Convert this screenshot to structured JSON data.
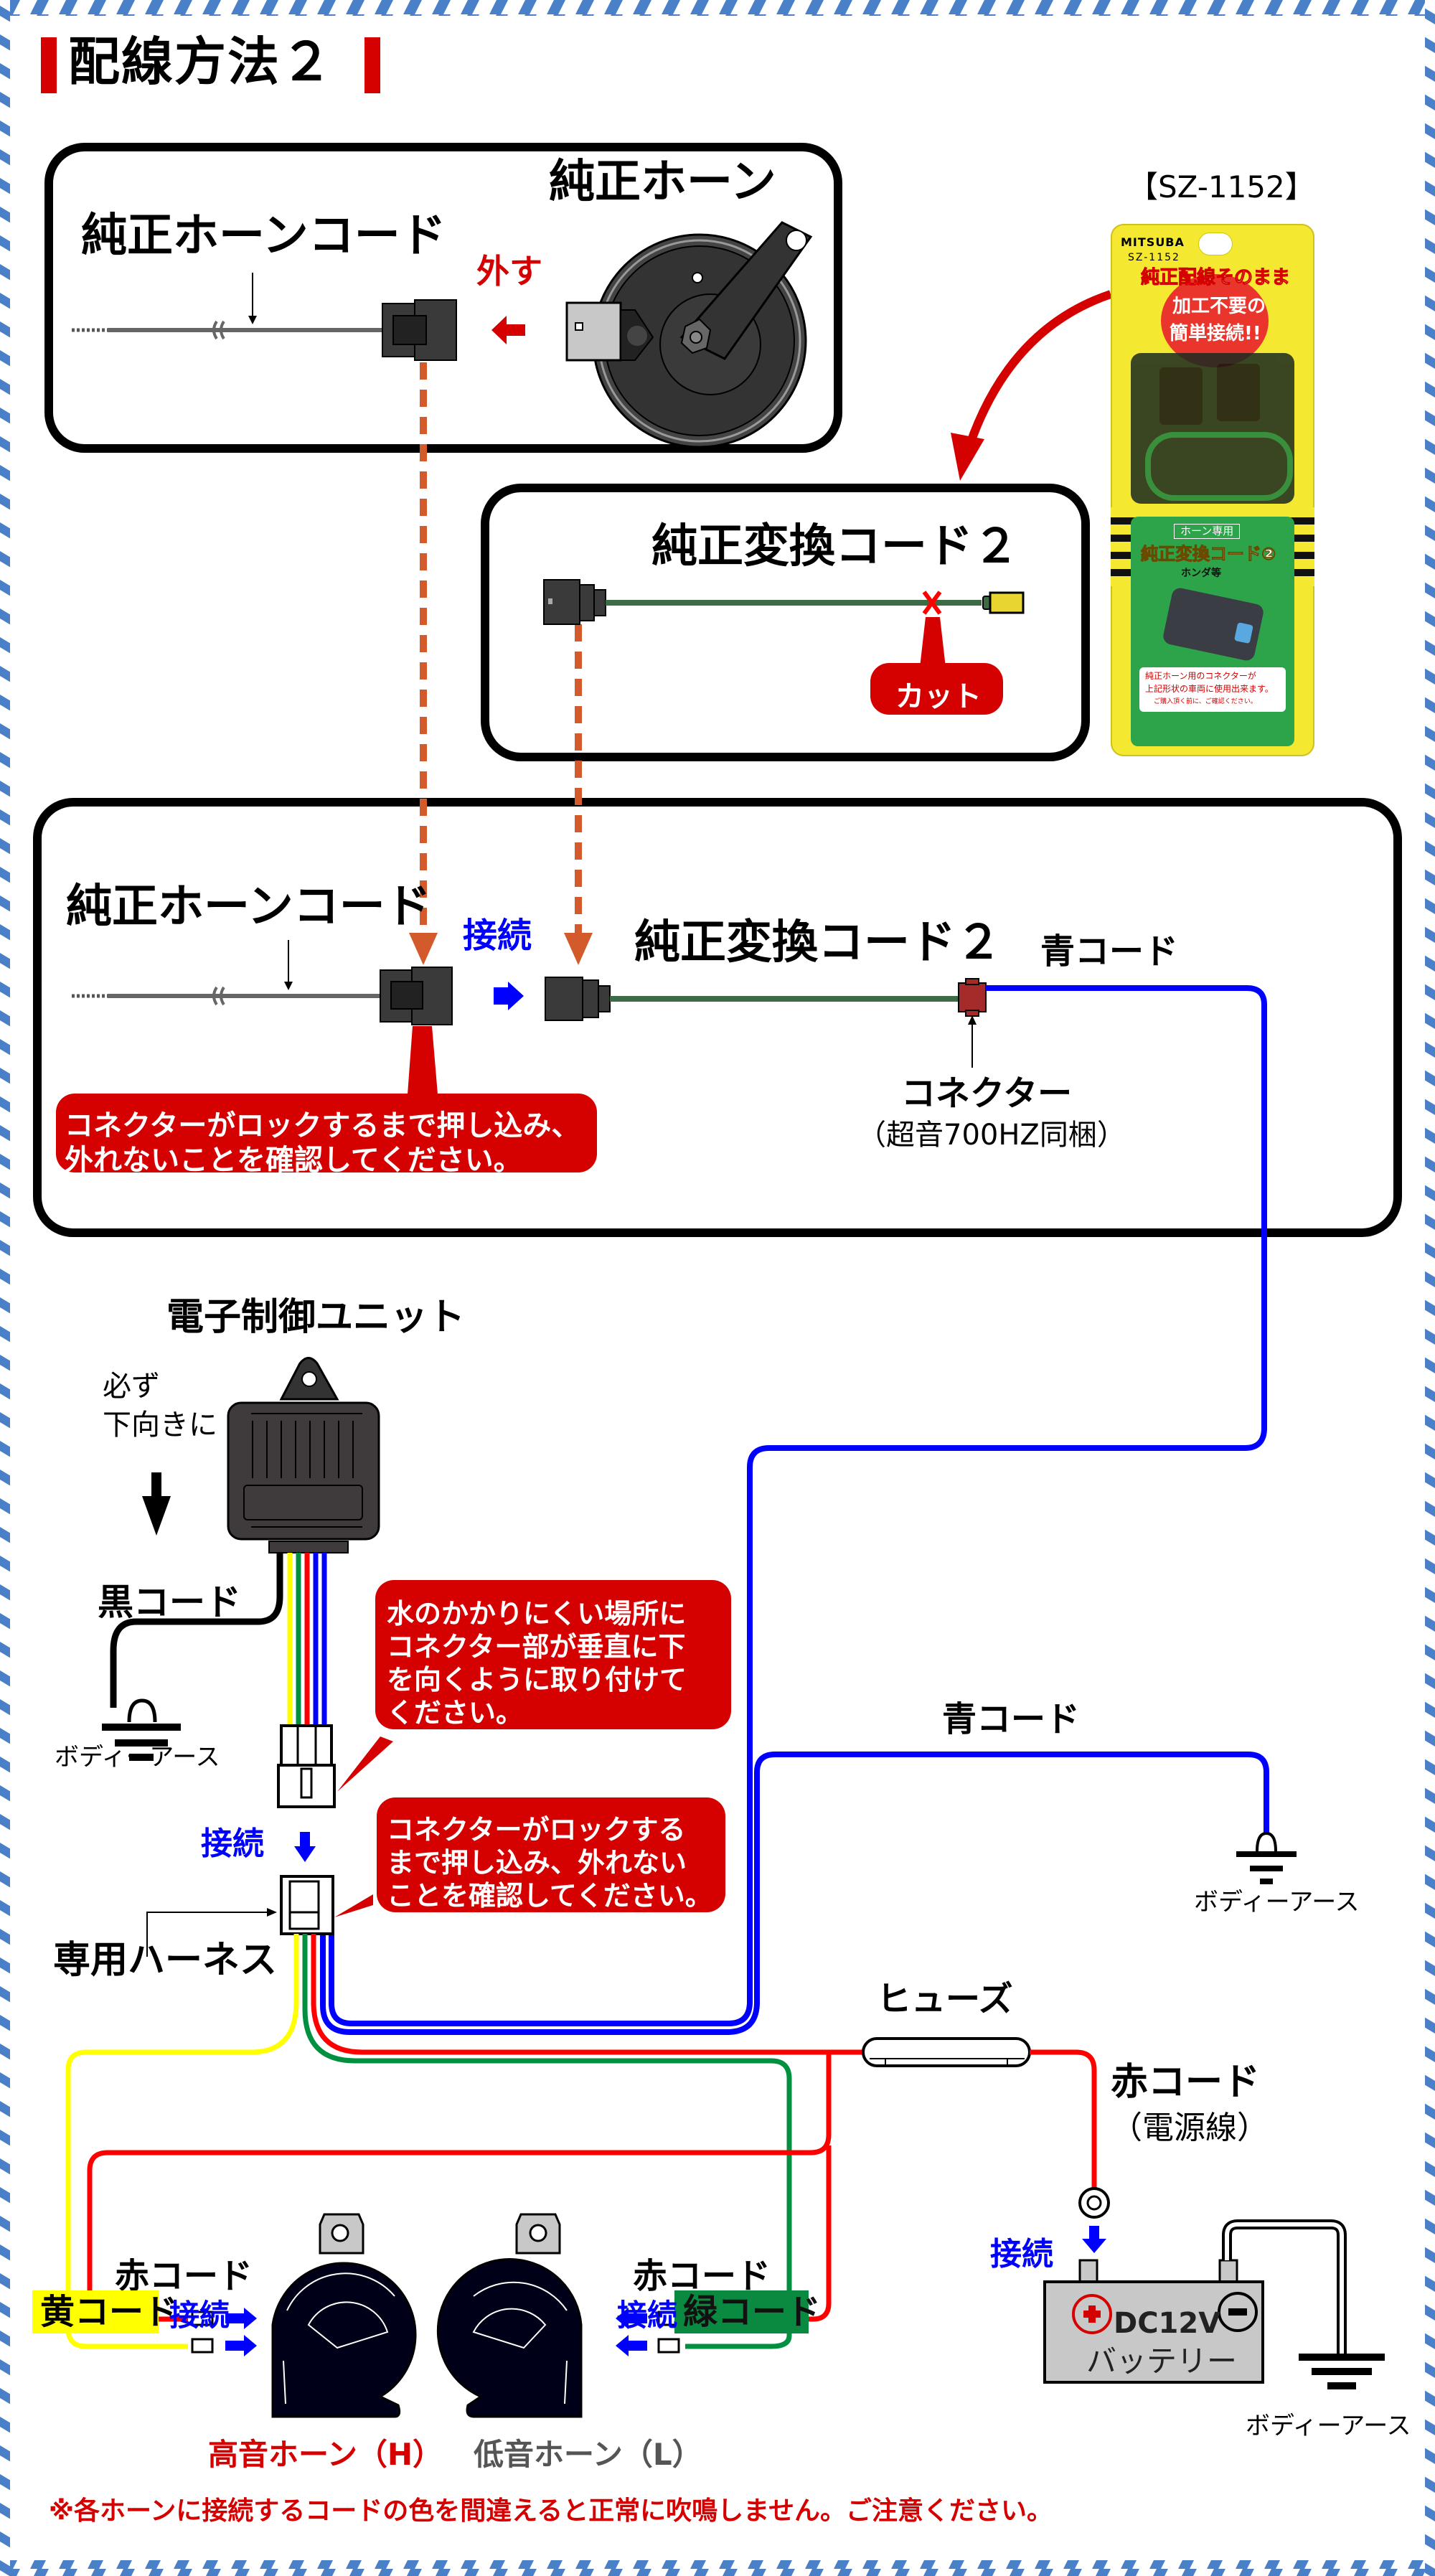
{
  "page": {
    "title": "配線方法２",
    "accent_red": "#d50000",
    "border_blue": "#4a80c8",
    "footer_note": "※各ホーンに接続するコードの色を間違えると正常に吹鳴しません。ご注意ください。"
  },
  "section1": {
    "horn_label": "純正ホーン",
    "cord_label": "純正ホーンコード",
    "action_label": "外す"
  },
  "product": {
    "model_label": "【SZ-1152】",
    "brand": "MITSUBA",
    "model": "SZ-1152",
    "headline1": "純正配線そのまま",
    "headline2": "加工不要の",
    "headline3": "簡単接続!!",
    "category": "ホーン専用",
    "name": "純正変換コード②",
    "maker": "ホンダ等",
    "note1": "純正ホーン用のコネクターが",
    "note2": "上記形状の車両に使用出来ます。",
    "note3": "ご購入頂く前に、ご確認ください。"
  },
  "section2": {
    "title": "純正変換コード２",
    "cut_label": "カット"
  },
  "section3": {
    "cord_label": "純正ホーンコード",
    "connect_label": "接続",
    "adapter_label": "純正変換コード２",
    "blue_cord_label": "青コード",
    "connector_label": "コネクター",
    "connector_sub": "（超音700HZ同梱）",
    "warning_line1": "コネクターがロックするまで押し込み、",
    "warning_line2": "外れないことを確認してください。"
  },
  "section4": {
    "unit_label": "電子制御ユニット",
    "orientation_line1": "必ず",
    "orientation_line2": "下向きに",
    "black_cord_label": "黒コード",
    "ground_label_1": "ボディーアース",
    "water_note": [
      "水のかかりにくい場所に",
      "コネクター部が垂直に下",
      "を向くように取り付けて",
      "ください。"
    ],
    "connect_label": "接続",
    "lock_note": [
      "コネクターがロックする",
      "まで押し込み、外れない",
      "ことを確認してください。"
    ],
    "harness_label": "専用ハーネス",
    "blue_cord_label": "青コード",
    "ground_label_2": "ボディーアース",
    "fuse_label": "ヒューズ",
    "red_cord_label": "赤コード",
    "red_cord_sub": "（電源線）",
    "battery_connect_label": "接続",
    "battery_voltage": "DC12V",
    "battery_label": "バッテリー",
    "ground_label_3": "ボディーアース",
    "high_horn": {
      "red_label": "赤コード",
      "color_label": "黄コード",
      "connect_label": "接続",
      "name": "高音ホーン（H）"
    },
    "low_horn": {
      "red_label": "赤コード",
      "color_label": "緑コード",
      "connect_label": "接続",
      "name": "低音ホーン（L）"
    }
  },
  "wire_colors": {
    "yellow": "#ffff00",
    "green": "#009040",
    "red": "#ff0000",
    "blue": "#0000ff",
    "black": "#000000",
    "adapter_green": "#3d6b45",
    "dashed_orange": "#d35a2a"
  }
}
